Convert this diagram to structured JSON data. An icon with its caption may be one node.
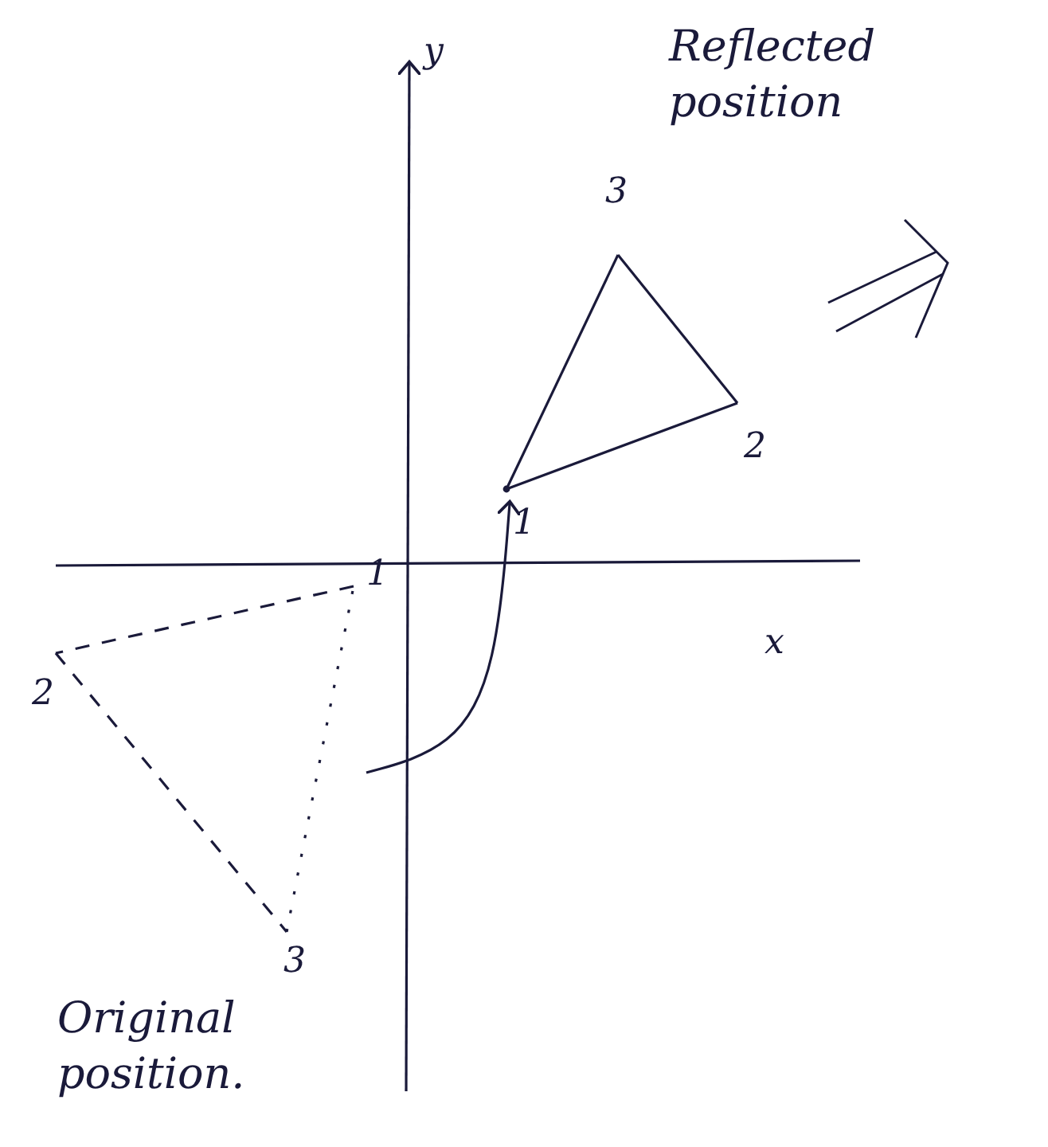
{
  "diagram": {
    "nodes": [
      {
        "text": [],
        "shape": "triangle",
        "beside": [
          "Reflected position"
        ]
      },
      {
        "text": [],
        "shape": "triangle",
        "beside": [
          "Original position."
        ]
      }
    ],
    "edges": [
      {
        "from": 1,
        "to": 0,
        "arrow": "to"
      }
    ],
    "labels": [
      "y",
      "3",
      "2",
      "1",
      "x",
      "1",
      "2",
      "3"
    ]
  }
}
